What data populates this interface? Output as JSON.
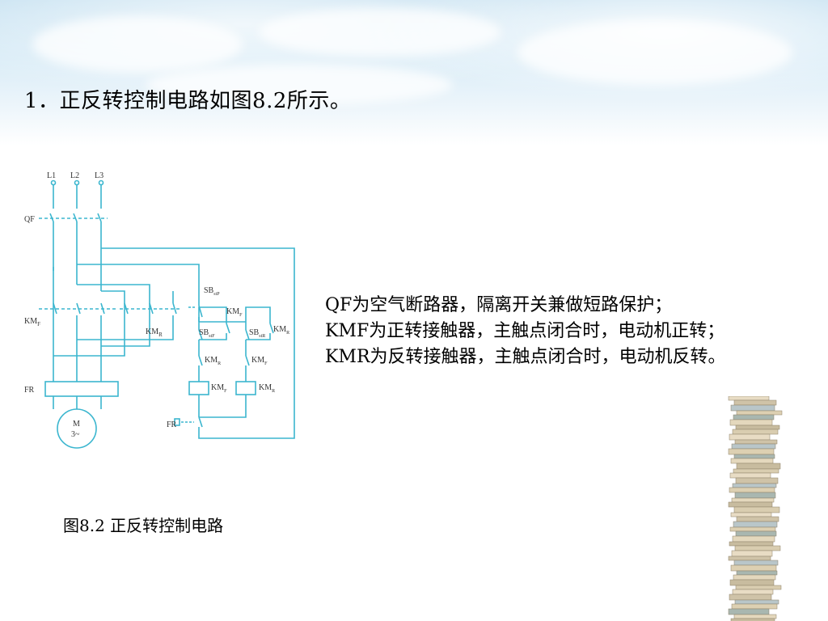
{
  "slide": {
    "title": "1．正反转控制电路如图8.2所示。",
    "caption": "图8.2  正反转控制电路",
    "description": [
      "QF为空气断路器，隔离开关兼做短路保护；",
      "KMF为正转接触器，主触点闭合时，电动机正转；",
      "KMR为反转接触器，主触点闭合时，电动机反转。"
    ]
  },
  "diagram": {
    "phases": [
      "L1",
      "L2",
      "L3"
    ],
    "breaker": "QF",
    "main_contacts": "KM",
    "main_contacts_sub": "F",
    "reverse_contacts": "KM",
    "reverse_contacts_sub": "R",
    "overload_relay": "FR",
    "motor_label": "M",
    "motor_phase": "3~",
    "stop_button": "SB",
    "stop_button_sub": "stP",
    "fwd_button": "SB",
    "fwd_button_sub": "stF",
    "rev_button": "SB",
    "rev_button_sub": "stR",
    "hold_kmf": "KM",
    "hold_kmf_sub": "F",
    "hold_kmr": "KM",
    "hold_kmr_sub": "R",
    "interlock_kmr": "KM",
    "interlock_kmr_sub": "R",
    "interlock_kmf": "KM",
    "interlock_kmf_sub": "F",
    "coil_kmf": "KM",
    "coil_kmf_sub": "F",
    "coil_kmr": "KM",
    "coil_kmr_sub": "R",
    "fr_contact": "FR",
    "line_color": "#3bb6cf"
  }
}
